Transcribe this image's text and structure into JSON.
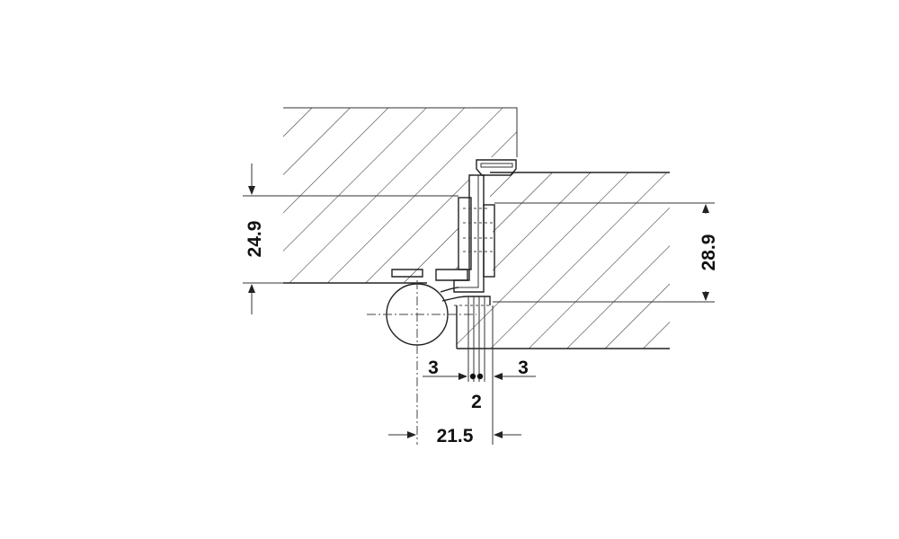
{
  "dimensions": {
    "frame_gap": "24.9",
    "leaf_gap": "28.9",
    "left_offset": "3",
    "right_offset": "3",
    "center_gap": "2",
    "total_width": "21.5"
  },
  "colors": {
    "line": "#222222",
    "background": "#ffffff"
  }
}
